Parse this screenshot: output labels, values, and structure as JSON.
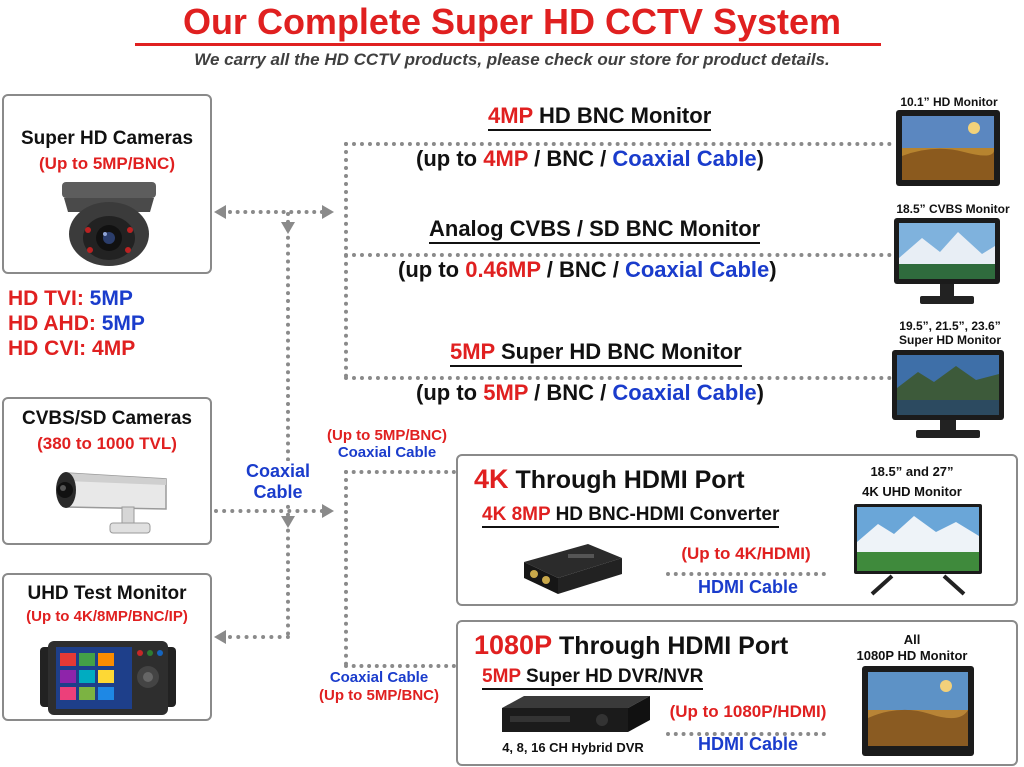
{
  "header": {
    "title": "Our Complete Super HD CCTV System",
    "subtitle": "We carry all the HD CCTV products, please check our store for product details."
  },
  "sources": {
    "super_hd": {
      "title": "Super HD Cameras",
      "spec": "(Up to 5MP/BNC)"
    },
    "formats": [
      {
        "name": "HD TVI:",
        "value": "5MP"
      },
      {
        "name": "HD AHD:",
        "value": "5MP"
      },
      {
        "name": "HD CVI:",
        "value": "4MP"
      }
    ],
    "cvbs": {
      "title": "CVBS/SD Cameras",
      "spec": "(380 to 1000 TVL)"
    },
    "uhd_test": {
      "title": "UHD Test Monitor",
      "spec": "(Up to 4K/8MP/BNC/IP)"
    }
  },
  "links": {
    "coaxial_cable_mid": "Coaxial Cable",
    "bnc_label_top": "(Up to 5MP/BNC)",
    "coax_label_top": "Coaxial Cable",
    "coax_label_bottom": "Coaxial Cable",
    "bnc_label_bottom": "(Up to 5MP/BNC)"
  },
  "outputs": {
    "hd_bnc": {
      "title_red": "4MP",
      "title_rest": " HD BNC Monitor",
      "s_open": "(up to ",
      "s_val": "4MP",
      "s_mid": " / BNC / ",
      "s_cable": "Coaxial Cable",
      "s_close": ")",
      "monitor_label": "10.1” HD Monitor"
    },
    "analog": {
      "title": "Analog CVBS / SD BNC Monitor",
      "s_open": "(up to ",
      "s_val": "0.46MP",
      "s_mid": " / BNC / ",
      "s_cable": "Coaxial Cable",
      "s_close": ")",
      "monitor_label": "18.5” CVBS Monitor"
    },
    "super_hd": {
      "title_red": "5MP",
      "title_rest": " Super HD BNC Monitor",
      "s_open": "(up to ",
      "s_val": "5MP",
      "s_mid": " / BNC / ",
      "s_cable": "Coaxial Cable",
      "s_close": ")",
      "monitor_label_1": "19.5”, 21.5”, 23.6”",
      "monitor_label_2": "Super HD Monitor"
    },
    "k4": {
      "title_red": "4K",
      "title_rest": " Through HDMI Port",
      "sub_red": "4K 8MP",
      "sub_rest": " HD BNC-HDMI Converter",
      "hdmi_spec": "(Up to 4K/HDMI)",
      "hdmi_cable": "HDMI Cable",
      "monitor_label_1": "18.5” and 27”",
      "monitor_label_2": "4K UHD Monitor"
    },
    "p1080": {
      "title_red": "1080P",
      "title_rest": " Through HDMI Port",
      "sub_red": "5MP",
      "sub_rest": " Super HD DVR/NVR",
      "dvr_caption": "4, 8, 16 CH Hybrid DVR",
      "hdmi_spec": "(Up to 1080P/HDMI)",
      "hdmi_cable": "HDMI Cable",
      "monitor_label_1": "All",
      "monitor_label_2": "1080P HD Monitor"
    }
  },
  "colors": {
    "accent_red": "#e02020",
    "accent_blue": "#1a3ccc",
    "line_gray": "#8a8a8a"
  }
}
